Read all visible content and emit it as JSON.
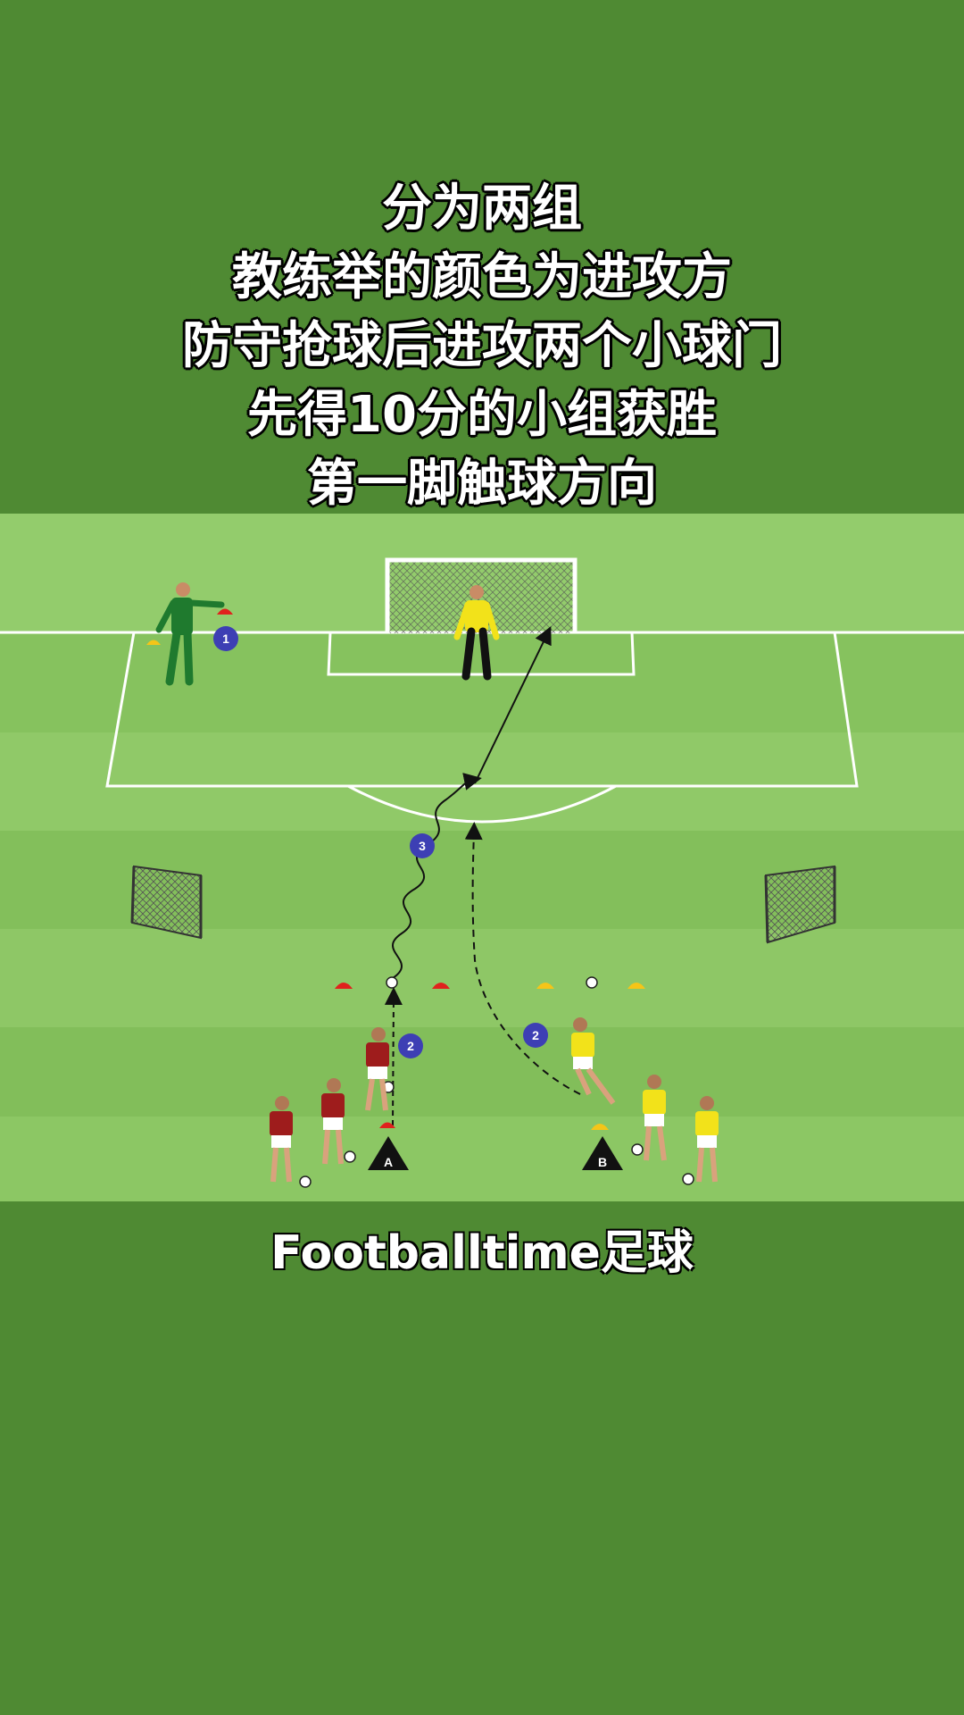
{
  "caption": {
    "lines": [
      "分为两组",
      "教练举的颜色为进攻方",
      "防守抢球后进攻两个小球门",
      "先得10分的小组获胜",
      "第一脚触球方向"
    ]
  },
  "diagram": {
    "step_markers": [
      "1",
      "2",
      "2",
      "3"
    ],
    "start_labels": [
      "A",
      "B"
    ],
    "colors": {
      "background": "#4f8a33",
      "pitch_light": "#8cc764",
      "pitch_dark": "#7db758",
      "team_a": "#9e1c1c",
      "team_b": "#f2e21a",
      "coach": "#1f7a2e",
      "marker": "#3d3fb4",
      "cone_red": "#e0221d",
      "cone_yellow": "#f5c518"
    },
    "icons": [
      "coach-figure",
      "goalkeeper-figure",
      "player-figure",
      "cone-icon",
      "ball-icon",
      "mini-goal-icon",
      "goal-icon"
    ]
  },
  "watermark": "Footballtime足球"
}
